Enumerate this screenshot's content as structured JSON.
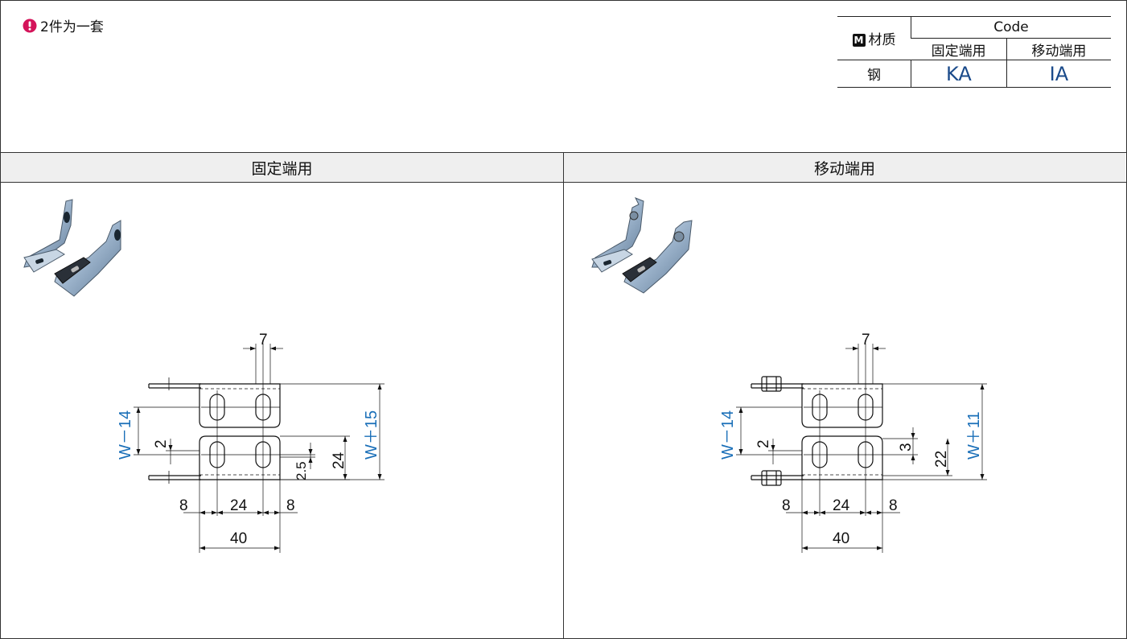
{
  "note": {
    "text": "2件为一套",
    "icon": "exclamation-icon"
  },
  "code_table": {
    "material_header": "材质",
    "material_badge": "M",
    "code_header": "Code",
    "fixed_col": "固定端用",
    "moving_col": "移动端用",
    "material": "钢",
    "fixed_code": "KA",
    "moving_code": "IA"
  },
  "sections": {
    "fixed": {
      "title": "固定端用",
      "dims": {
        "top": "7",
        "wminus": "W－14",
        "wplus": "W＋15",
        "gap": "2",
        "offset": "2.5",
        "height": "24",
        "left8": "8",
        "mid": "24",
        "right8": "8",
        "width": "40"
      }
    },
    "moving": {
      "title": "移动端用",
      "dims": {
        "top": "7",
        "wminus": "W－14",
        "wplus": "W＋11",
        "gap": "2",
        "offset": "3",
        "height": "22",
        "left8": "8",
        "mid": "24",
        "right8": "8",
        "width": "40"
      }
    }
  },
  "colors": {
    "code_value": "#1a4a8a",
    "w_label": "#1a6fb8",
    "note_icon": "#d4145a"
  }
}
